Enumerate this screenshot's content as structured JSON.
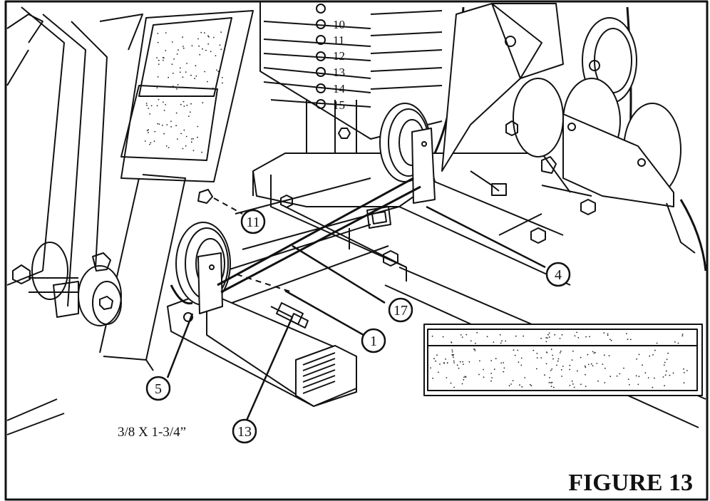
{
  "figure": {
    "title": "FIGURE 13"
  },
  "weight_stack": {
    "plate_numbers": [
      "10",
      "11",
      "12",
      "13",
      "14",
      "15"
    ]
  },
  "callouts": [
    {
      "id": "callout-11",
      "label": "11"
    },
    {
      "id": "callout-4",
      "label": "4"
    },
    {
      "id": "callout-17",
      "label": "17"
    },
    {
      "id": "callout-1",
      "label": "1"
    },
    {
      "id": "callout-5",
      "label": "5"
    },
    {
      "id": "callout-13",
      "label": "13"
    }
  ],
  "bolt_size_label": "3/8 X 1-3/4”",
  "colors": {
    "ink": "#111111",
    "paper": "#ffffff",
    "stipple": "#222222"
  }
}
